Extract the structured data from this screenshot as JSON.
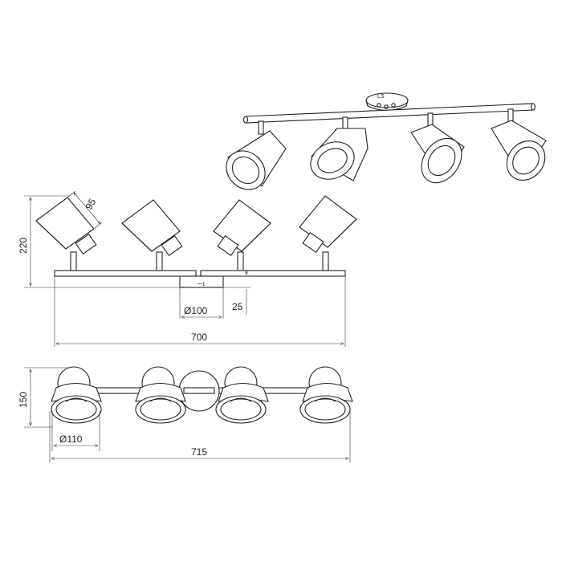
{
  "dimensions": {
    "height_side": "220",
    "shade_depth": "95",
    "base_diameter": "Ø100",
    "base_height": "25",
    "length_side": "700",
    "depth_top": "150",
    "shade_diameter": "Ø110",
    "length_top": "715"
  },
  "base_marking": "LS"
}
